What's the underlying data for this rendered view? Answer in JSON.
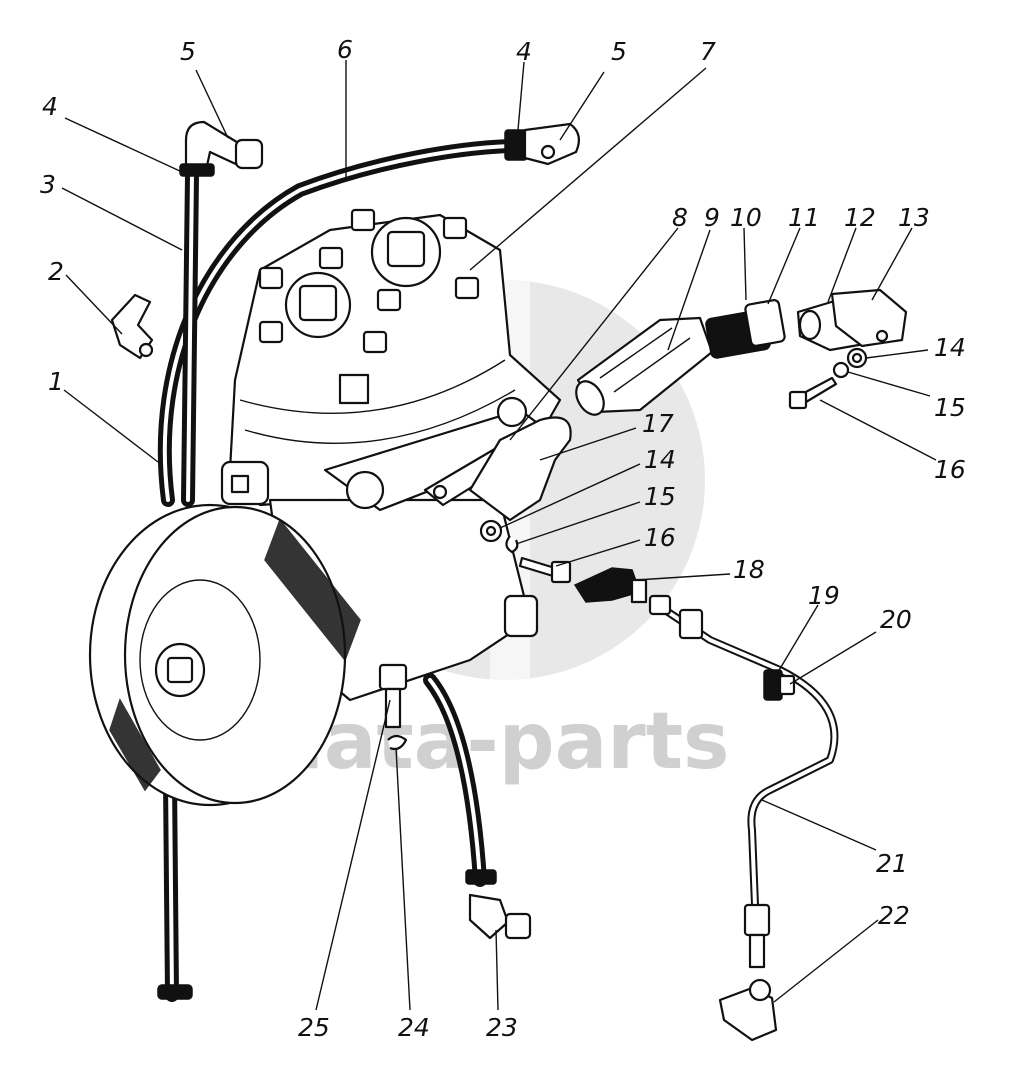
{
  "watermark": {
    "text": "data-parts"
  },
  "callouts": [
    {
      "id": "c5a",
      "text": "5"
    },
    {
      "id": "c6",
      "text": "6"
    },
    {
      "id": "c4a",
      "text": "4"
    },
    {
      "id": "c5b",
      "text": "5"
    },
    {
      "id": "c7",
      "text": "7"
    },
    {
      "id": "c4b",
      "text": "4"
    },
    {
      "id": "c3",
      "text": "3"
    },
    {
      "id": "c2",
      "text": "2"
    },
    {
      "id": "c1",
      "text": "1"
    },
    {
      "id": "c8",
      "text": "8"
    },
    {
      "id": "c9",
      "text": "9"
    },
    {
      "id": "c10",
      "text": "10"
    },
    {
      "id": "c11",
      "text": "11"
    },
    {
      "id": "c12",
      "text": "12"
    },
    {
      "id": "c13",
      "text": "13"
    },
    {
      "id": "c14a",
      "text": "14"
    },
    {
      "id": "c15a",
      "text": "15"
    },
    {
      "id": "c16a",
      "text": "16"
    },
    {
      "id": "c17",
      "text": "17"
    },
    {
      "id": "c14b",
      "text": "14"
    },
    {
      "id": "c15b",
      "text": "15"
    },
    {
      "id": "c16b",
      "text": "16"
    },
    {
      "id": "c18",
      "text": "18"
    },
    {
      "id": "c19",
      "text": "19"
    },
    {
      "id": "c20",
      "text": "20"
    },
    {
      "id": "c21",
      "text": "21"
    },
    {
      "id": "c22",
      "text": "22"
    },
    {
      "id": "c23",
      "text": "23"
    },
    {
      "id": "c24",
      "text": "24"
    },
    {
      "id": "c25",
      "text": "25"
    }
  ]
}
